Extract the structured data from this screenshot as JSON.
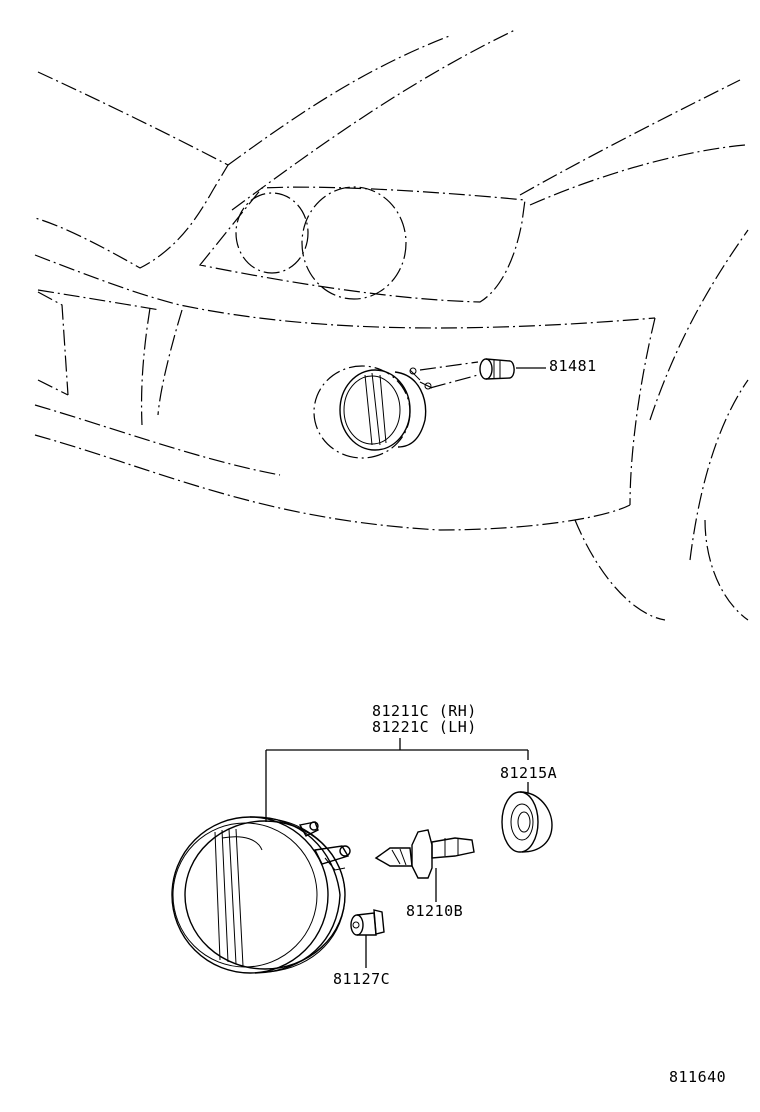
{
  "parts": {
    "bulb_socket_top": "81481",
    "fog_lamp_rh": "81211C (RH)",
    "fog_lamp_lh": "81221C (LH)",
    "socket_cover": "81215A",
    "bulb": "81210B",
    "bulb_retainer": "81127C"
  },
  "figure_number": "811640"
}
